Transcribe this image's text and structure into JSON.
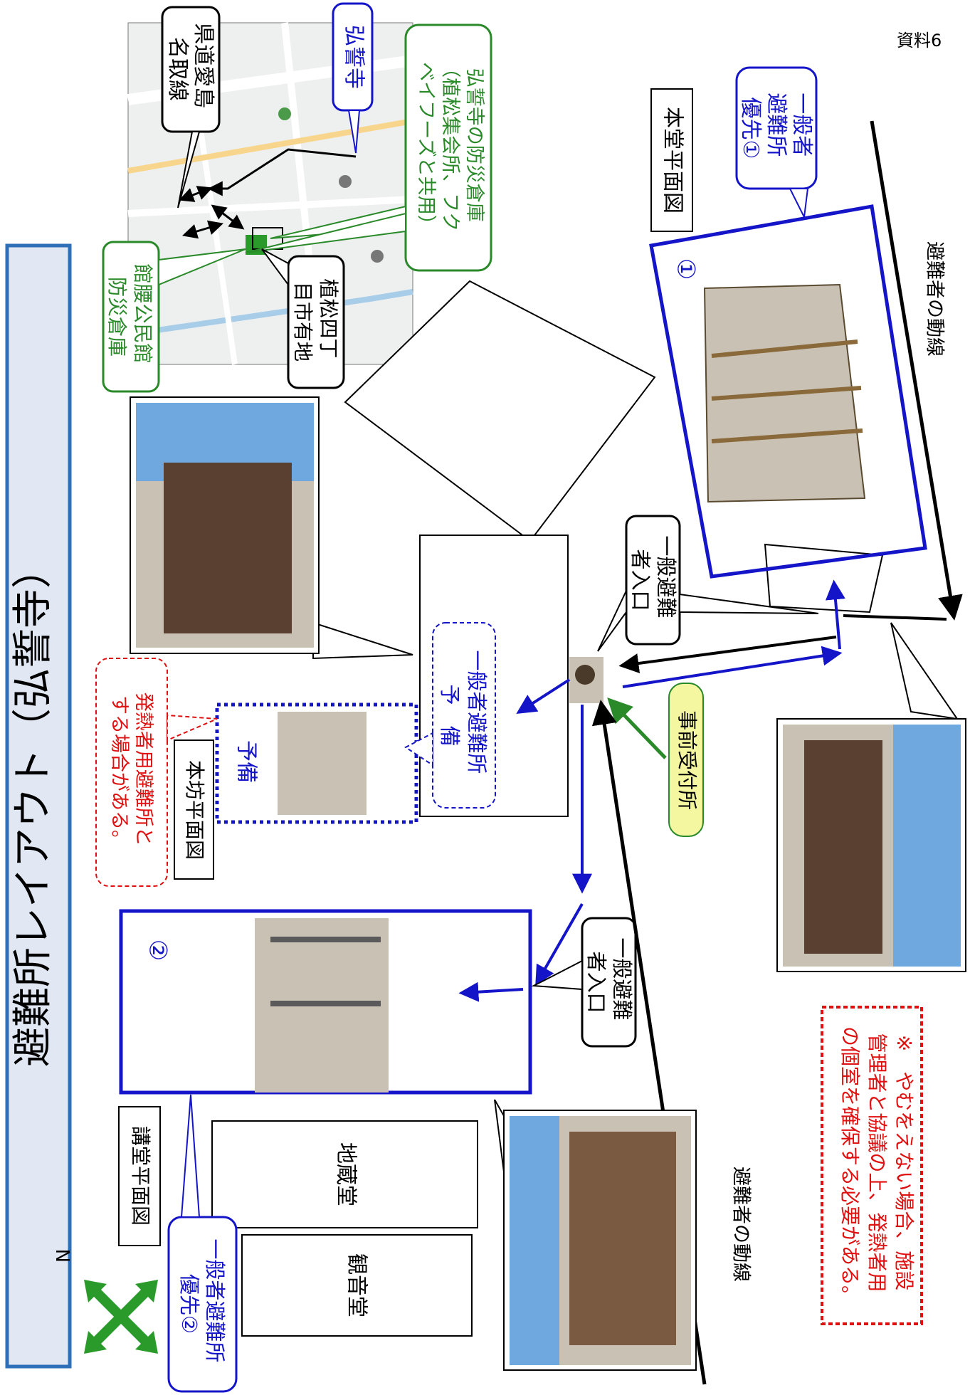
{
  "doc_number": "資料6",
  "title": "避難所レイアウト（弘誓寺）",
  "map": {
    "road_label": "県道愛島\n名取線",
    "temple_label": "弘誓寺",
    "warehouse_callout": "弘誓寺の防災倉庫\n（植松集会所、フク\nベイフーズと共用）",
    "hall_callout": "館腰公民館\n防災倉庫",
    "land_callout": "植松四丁\n目市有地"
  },
  "honden": {
    "plan_label": "本堂平面図",
    "priority_callout": "一般者\n避難所\n優先①",
    "circle_number": "①",
    "entrance_label": "一般避難\n者入口",
    "flow_label": "避難者の動線"
  },
  "honbo": {
    "plan_label": "本坊平面図",
    "reserve_label": "予備",
    "reserve_callout": "一般者避難所\n予　備",
    "fever_note": "発熱者用避難所と\nする場合がある。"
  },
  "reception": {
    "label": "事前受付所"
  },
  "kodo": {
    "plan_label": "講堂平面図",
    "circle_number": "②",
    "entrance_label": "一般避難\n者入口",
    "priority_callout": "一般者避難所\n優先②",
    "jizo_label": "地蔵堂",
    "kannon_label": "観音堂",
    "flow_label": "避難者の動線"
  },
  "note": "※　やむをえない場合、施設\n管理者と協議の上、発熱者用\nの個室を確保する必要がある。",
  "compass_label": "N",
  "colors": {
    "title_border": "#2f6fb7",
    "priority_blue": "#1414c8",
    "callout_green": "#2a8a2a",
    "note_red": "#e01010",
    "reception_fill": "#f4f7a0"
  }
}
